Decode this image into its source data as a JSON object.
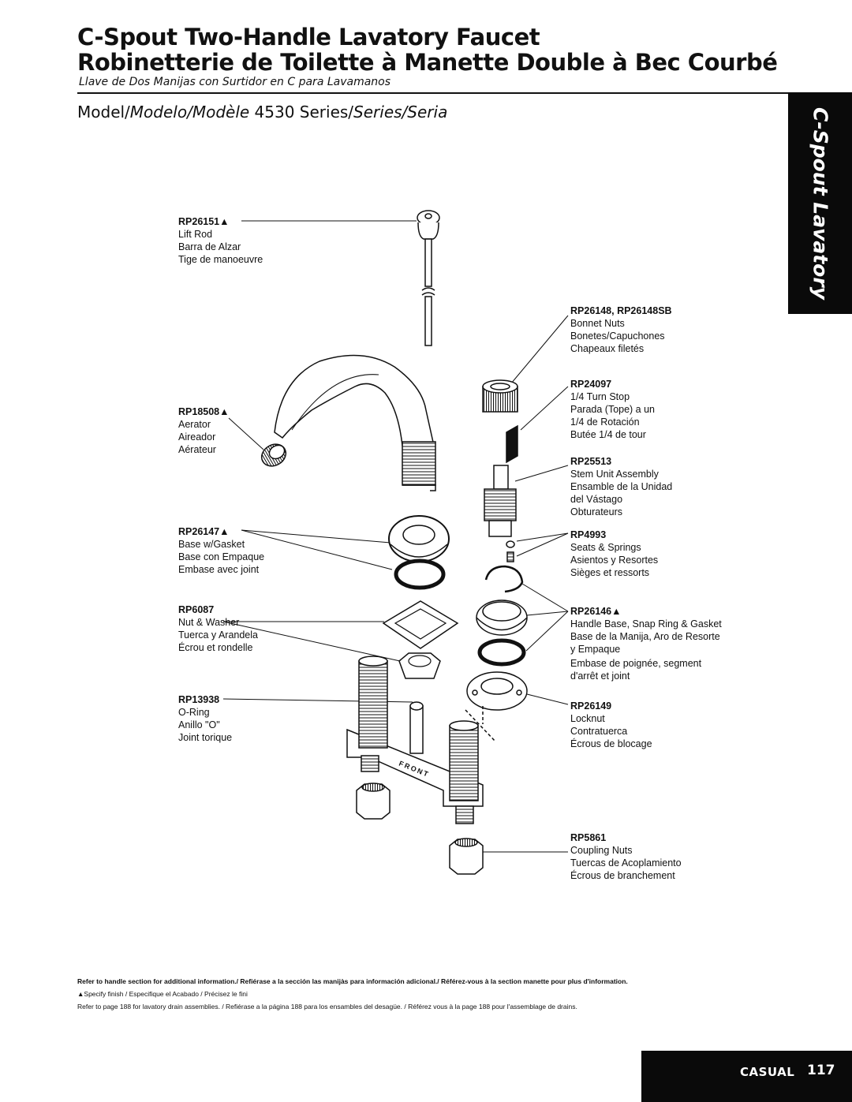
{
  "header": {
    "title_en": "C-Spout Two-Handle Lavatory Faucet",
    "title_fr": "Robinetterie de Toilette à Manette Double à Bec Courbé",
    "subtitle_es": "Llave de Dos Manijas con Surtidor en C para Lavamanos",
    "model_prefix": "Model/",
    "model_es": "Modelo/",
    "model_fr": "Modèle",
    "model_number": " 4530 Series/",
    "series_es": "Series/",
    "series_fr": "Seria"
  },
  "side_tab": {
    "label": "C-Spout Lavatory"
  },
  "parts": [
    {
      "part_number": "RP26151▲",
      "lines": [
        "Lift Rod",
        "Barra de Alzar",
        "Tige de manoeuvre"
      ]
    },
    {
      "part_number": "RP18508▲",
      "lines": [
        "Aerator",
        "Aireador",
        "Aérateur"
      ]
    },
    {
      "part_number": "RP26147▲",
      "lines": [
        "Base w/Gasket",
        "Base con Empaque",
        "Embase avec joint"
      ]
    },
    {
      "part_number": "RP6087",
      "lines": [
        "Nut & Washer",
        "Tuerca y Arandela",
        "Écrou et rondelle"
      ]
    },
    {
      "part_number": "RP13938",
      "lines": [
        "O-Ring",
        "Anillo \"O\"",
        "Joint torique"
      ]
    },
    {
      "part_number": "RP26148, RP26148SB",
      "lines": [
        "Bonnet Nuts",
        "Bonetes/Capuchones",
        "Chapeaux filetés"
      ]
    },
    {
      "part_number": "RP24097",
      "lines": [
        "1/4 Turn Stop",
        "Parada (Tope) a un",
        "1/4 de Rotación",
        "Butée 1/4 de tour"
      ]
    },
    {
      "part_number": "RP25513",
      "lines": [
        "Stem Unit Assembly",
        "Ensamble de la Unidad",
        "del Vástago",
        "Obturateurs"
      ]
    },
    {
      "part_number": "RP4993",
      "lines": [
        "Seats & Springs",
        "Asientos y Resortes",
        "Sièges et ressorts"
      ]
    },
    {
      "part_number": "RP26146▲",
      "lines": [
        "Handle Base, Snap Ring & Gasket",
        "Base de la Manija, Aro de Resorte",
        "y Empaque",
        "Embase de poignée, segment",
        "d'arrêt et joint"
      ]
    },
    {
      "part_number": "RP26149",
      "lines": [
        "Locknut",
        "Contratuerca",
        "Écrous de blocage"
      ]
    },
    {
      "part_number": "RP5861",
      "lines": [
        "Coupling Nuts",
        "Tuercas de Acoplamiento",
        "Écrous de branchement"
      ]
    }
  ],
  "diagram": {
    "front_label": "FRONT"
  },
  "footer": {
    "note1": "Refer to handle section for additional information./ Refiérase a la sección las manijàs para información adicional./ Référez-vous à la section manette pour plus d'information.",
    "note2": "▲Specify finish / Especifique el Acabado / Précisez le fini",
    "note3": "Refer to page 188 for lavatory drain assemblies. / Refiérase a la página 188 para los ensambles del desagüe. / Référez vous à la page 188 pour l'assemblage de drains.",
    "section": "CASUAL",
    "page_number": "117"
  }
}
